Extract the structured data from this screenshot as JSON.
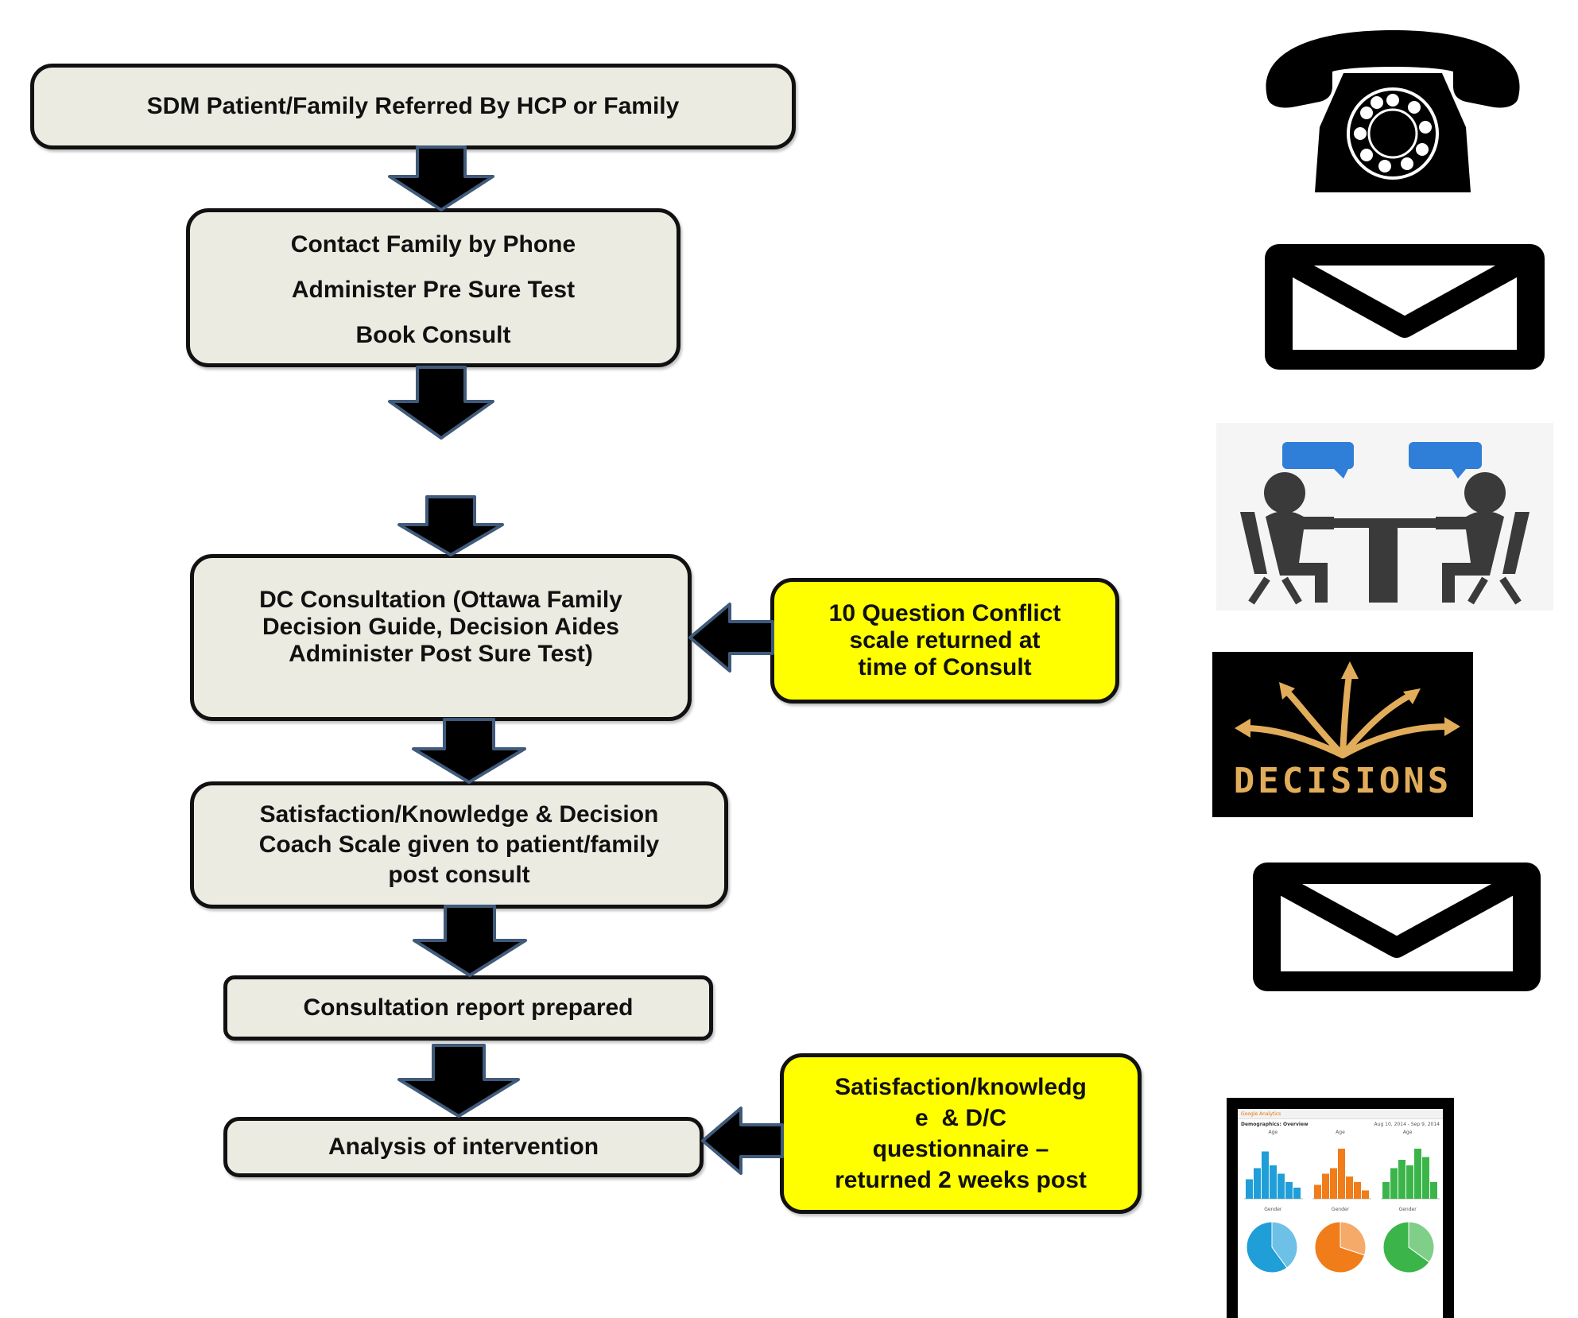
{
  "flow": {
    "referral": "SDM Patient/Family Referred By HCP or Family",
    "contact": {
      "line1": "Contact Family by Phone",
      "line2": "Administer Pre Sure Test",
      "line3": "Book Consult"
    },
    "consultation": {
      "line1": "DC Consultation (Ottawa Family",
      "line2": "Decision Guide, Decision Aides",
      "line3": "Administer Post Sure Test)"
    },
    "satisfaction": {
      "line1": "Satisfaction/Knowledge & Decision",
      "line2": "Coach Scale given to patient/family",
      "line3": "post consult"
    },
    "report": "Consultation report prepared",
    "analysis": "Analysis of intervention"
  },
  "side_notes": {
    "conflict_scale": {
      "line1": "10 Question Conflict",
      "line2": "scale returned at",
      "line3": "time of Consult"
    },
    "questionnaire": {
      "line1": "Satisfaction/knowledg",
      "line2": "e  & D/C",
      "line3": "questionnaire –",
      "line4": "returned 2 weeks post"
    }
  },
  "icons": {
    "phone": "telephone-icon",
    "mail_1": "envelope-icon",
    "meeting": "meeting-icon",
    "decisions": {
      "name": "decisions-icon",
      "word": "DECISIONS"
    },
    "mail_2": "envelope-icon",
    "analytics": {
      "name": "analytics-dashboard-icon",
      "header": "Google Analytics",
      "page_title": "Demographics: Overview",
      "date_range": "Aug 10, 2014 - Sep 9, 2014",
      "panel_labels": [
        "Age",
        "Age",
        "Age"
      ],
      "gender_labels": [
        "Gender",
        "Gender",
        "Gender"
      ]
    }
  },
  "colors": {
    "box_fill": "#ecebe1",
    "highlight_fill": "#ffff00",
    "arrow_fill": "#000000",
    "arrow_outline": "#3f5a7a",
    "bubble_blue": "#2f7ed8",
    "decisions_gold": "#e2ad5a",
    "chart_blue": "#1f9ed8",
    "chart_orange": "#f07d1a",
    "chart_green": "#3bb54a"
  },
  "mini_charts": {
    "blue_bars": [
      0.35,
      0.55,
      0.85,
      0.6,
      0.45,
      0.3,
      0.2
    ],
    "orange_bars": [
      0.25,
      0.45,
      0.55,
      0.9,
      0.4,
      0.3,
      0.15
    ],
    "green_bars": [
      0.3,
      0.55,
      0.7,
      0.6,
      0.9,
      0.75,
      0.3
    ],
    "blue_pie": [
      0.4,
      0.6
    ],
    "orange_pie": [
      0.3,
      0.7
    ],
    "green_pie": [
      0.35,
      0.65
    ]
  }
}
